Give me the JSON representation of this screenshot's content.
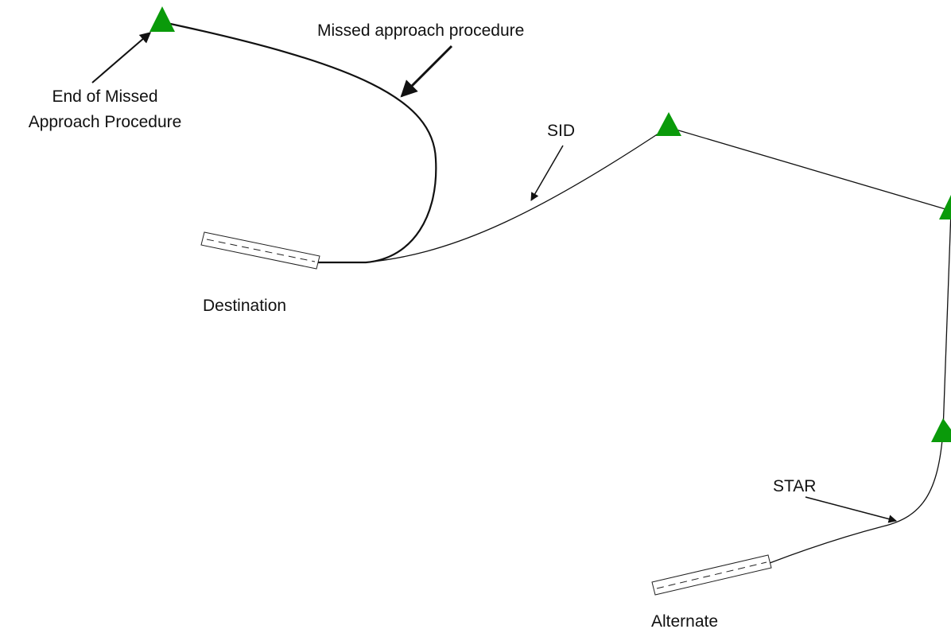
{
  "labels": {
    "missed_approach_procedure": "Missed approach procedure",
    "end_of_missed_line1": "End of Missed",
    "end_of_missed_line2": "Approach Procedure",
    "sid": "SID",
    "destination": "Destination",
    "star": "STAR",
    "alternate": "Alternate"
  },
  "colors": {
    "waypoint": "#0a9a0a",
    "route_line": "#111111",
    "background": "#ffffff"
  },
  "icons": {
    "waypoint": "green-triangle",
    "runway": "runway-rectangle"
  }
}
